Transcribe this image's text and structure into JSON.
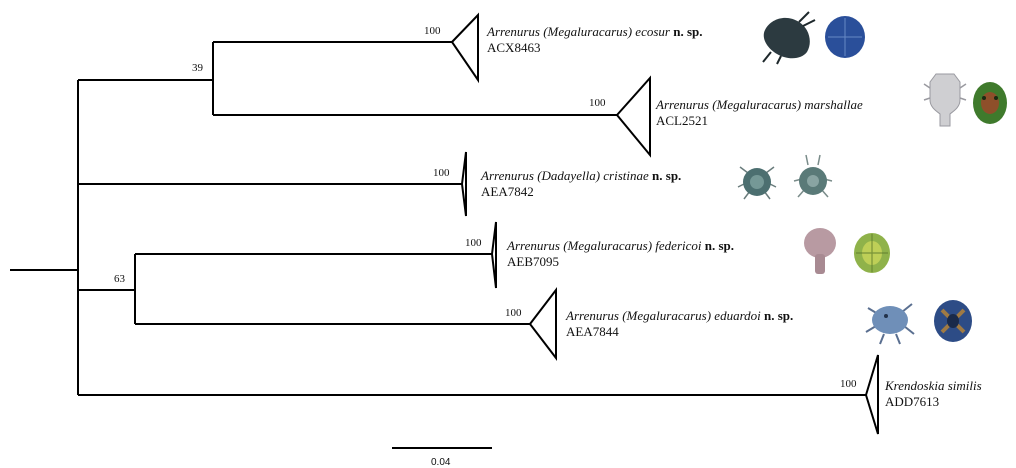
{
  "tree": {
    "clades": [
      {
        "genus": "Arrenurus",
        "subgenus": "(Megaluracarus)",
        "epithet": "ecosur",
        "new_species": "n. sp.",
        "code": "ACX8463",
        "support": "100",
        "images": [
          {
            "icon": "dark-mite-lateral-icon",
            "color": "#2c3a40"
          },
          {
            "icon": "blue-mite-dorsal-icon",
            "color": "#2a4f9a"
          }
        ]
      },
      {
        "genus": "Arrenurus",
        "subgenus": "(Megaluracarus)",
        "epithet": "marshallae",
        "new_species": "",
        "code": "ACL2521",
        "support": "100",
        "images": [
          {
            "icon": "pale-mite-ventral-icon",
            "color": "#cfcfd2"
          },
          {
            "icon": "green-mite-dorsal-icon",
            "color": "#3f7a2c"
          }
        ]
      },
      {
        "genus": "Arrenurus",
        "subgenus": "(Dadayella)",
        "epithet": "cristinae",
        "new_species": "n. sp.",
        "code": "AEA7842",
        "support": "100",
        "images": [
          {
            "icon": "teal-mite-dorsal-icon",
            "color": "#4c6f70"
          },
          {
            "icon": "teal-mite-ventral-icon",
            "color": "#5a7a78"
          }
        ]
      },
      {
        "genus": "Arrenurus",
        "subgenus": "(Megaluracarus)",
        "epithet": "federicoi",
        "new_species": "n. sp.",
        "code": "AEB7095",
        "support": "100",
        "images": [
          {
            "icon": "pink-mite-ventral-icon",
            "color": "#b89aa2"
          },
          {
            "icon": "yellow-green-mite-dorsal-icon",
            "color": "#8fb24a"
          }
        ]
      },
      {
        "genus": "Arrenurus",
        "subgenus": "(Megaluracarus)",
        "epithet": "eduardoi",
        "new_species": "n. sp.",
        "code": "AEA7844",
        "support": "100",
        "images": [
          {
            "icon": "blue-mite-lateral-icon",
            "color": "#6f8fb8"
          },
          {
            "icon": "dark-blue-mite-dorsal-icon",
            "color": "#2d4c86"
          }
        ]
      },
      {
        "genus": "Krendoskia",
        "subgenus": "",
        "epithet": "similis",
        "new_species": "",
        "code": "ADD7613",
        "support": "100",
        "images": []
      }
    ],
    "internal_supports": [
      {
        "node": "ecosur-marshallae",
        "value": "39"
      },
      {
        "node": "federicoi-eduardoi",
        "value": "63"
      }
    ],
    "scale_bar": {
      "label": "0.04"
    }
  }
}
